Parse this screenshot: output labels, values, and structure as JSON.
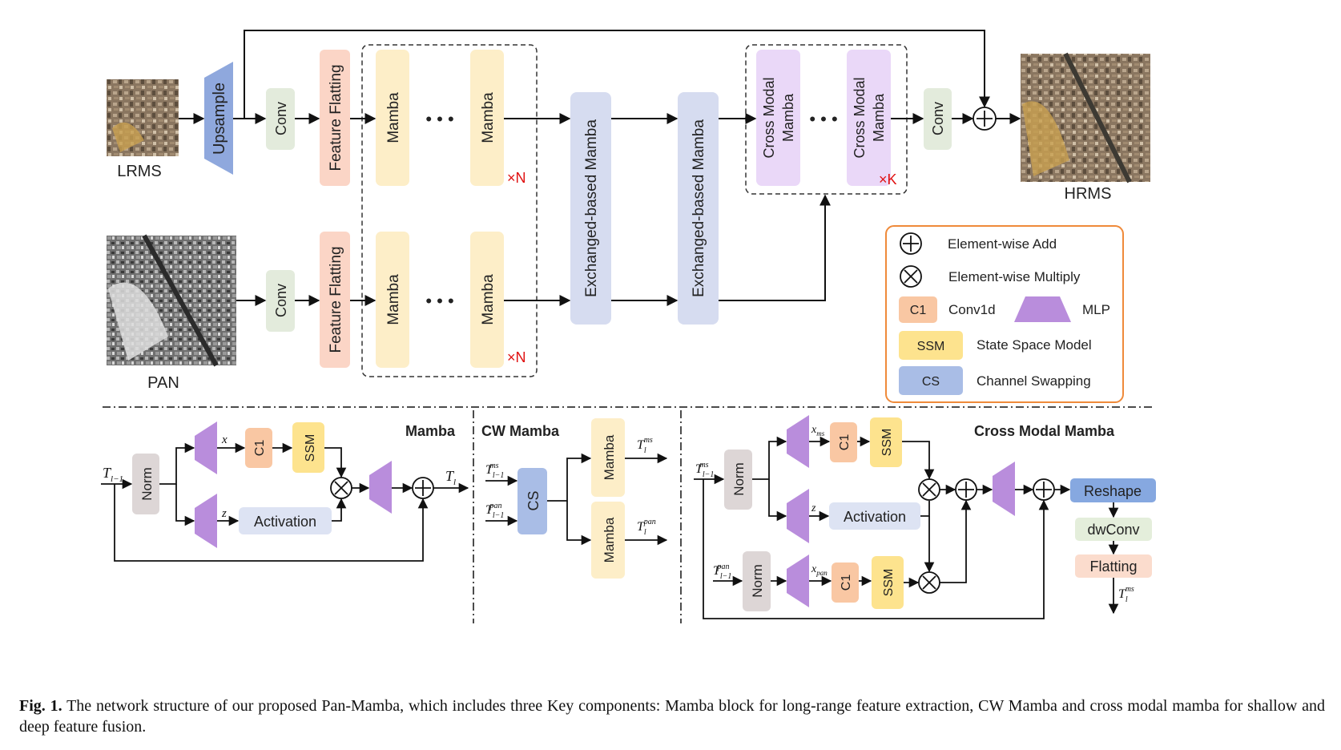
{
  "colors": {
    "upsample": "#8fa8dd",
    "conv": "#e3ebdc",
    "feature_flatting": "#fbd5c6",
    "mamba": "#fdeec8",
    "exchanged": "#d6dcf0",
    "cross_modal": "#ead8f8",
    "c1": "#f9c7a3",
    "ssm": "#fde38e",
    "cs": "#a9bde6",
    "mlp": "#b98ddc",
    "norm": "#ddd6d6",
    "activation": "#dde3f3",
    "reshape": "#86a8e0",
    "dwconv": "#e4eedb",
    "flatting": "#fbdccd",
    "legend_border": "#ef8a3a",
    "repeat_text": "#e01010"
  },
  "images": {
    "lrms_label": "LRMS",
    "pan_label": "PAN",
    "hrms_label": "HRMS"
  },
  "top": {
    "upsample": "Upsample",
    "conv": "Conv",
    "feature_flatting": "Feature Flatting",
    "mamba": "Mamba",
    "dots": "• • •",
    "repeat_n": "×N",
    "repeat_k": "×K",
    "exchanged": "Exchanged-based Mamba",
    "cross_modal_line1": "Cross Modal",
    "cross_modal_line2": "Mamba"
  },
  "legend": {
    "add": "Element-wise Add",
    "multiply": "Element-wise Multiply",
    "c1_tag": "C1",
    "c1_desc": "Conv1d",
    "mlp_desc": "MLP",
    "ssm_tag": "SSM",
    "ssm_desc": "State Space Model",
    "cs_tag": "CS",
    "cs_desc": "Channel Swapping"
  },
  "bottom": {
    "mamba_title": "Mamba",
    "cw_title": "CW Mamba",
    "cmm_title": "Cross Modal Mamba",
    "norm": "Norm",
    "c1": "C1",
    "ssm": "SSM",
    "activation": "Activation",
    "cs": "CS",
    "mamba": "Mamba",
    "reshape": "Reshape",
    "dwconv": "dwConv",
    "flatting": "Flatting",
    "var_x": "x",
    "var_z": "z",
    "t_prev": "T",
    "t_prev_sub": "l−1",
    "t_out": "T",
    "t_out_sub": "l",
    "ms": "ms",
    "pan": "pan"
  },
  "caption": {
    "label": "Fig. 1.",
    "text": "The network structure of our proposed Pan-Mamba, which includes three Key components: Mamba block for long-range feature extraction, CW Mamba and cross modal mamba for shallow and deep feature fusion."
  }
}
